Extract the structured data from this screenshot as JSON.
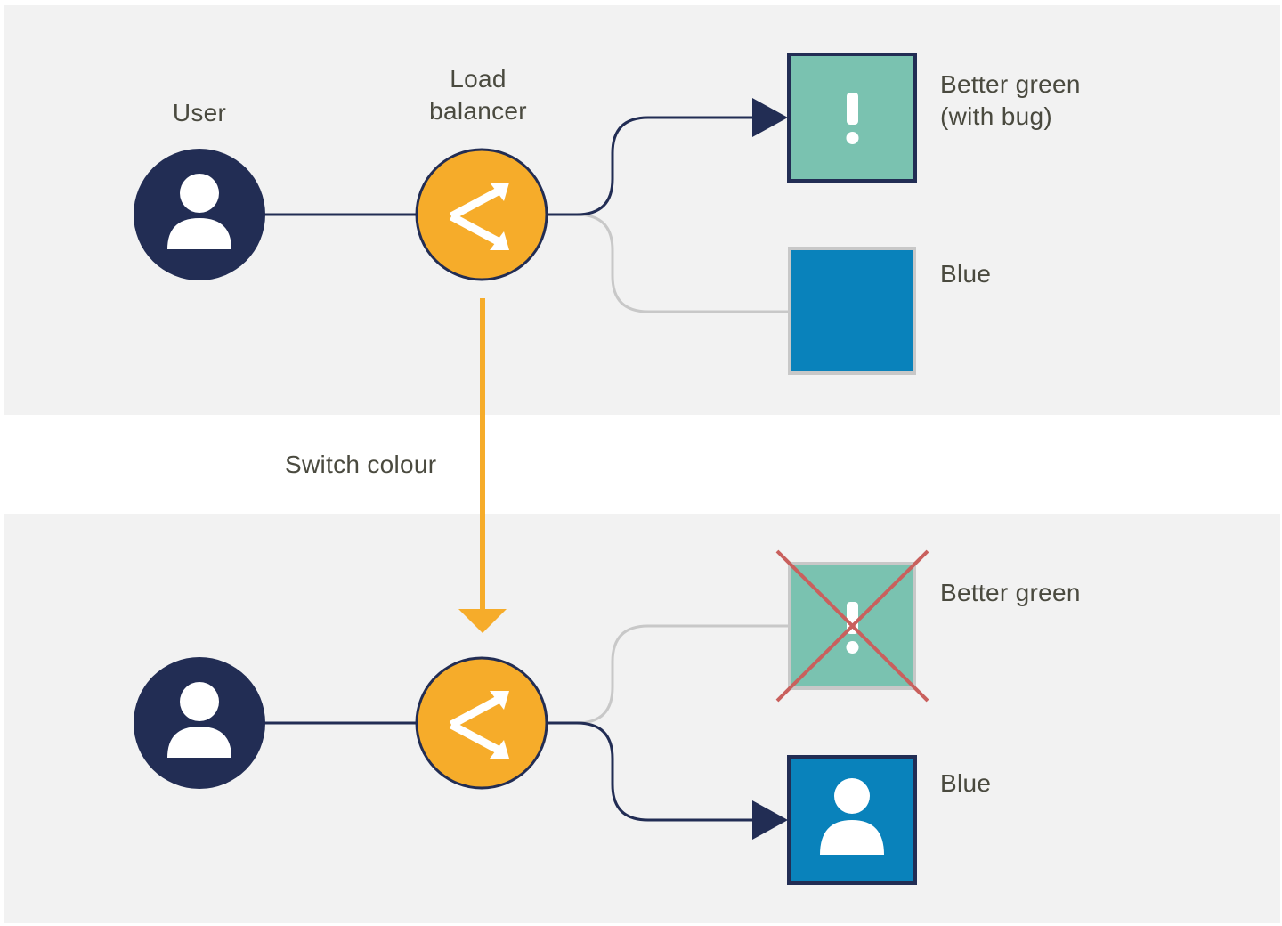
{
  "diagram": {
    "top": {
      "user_label": "User",
      "lb_label": "Load balancer",
      "green_label": "Better green (with bug)",
      "blue_label": "Blue"
    },
    "transition": {
      "label": "Switch colour"
    },
    "bottom": {
      "green_label": "Better green",
      "blue_label": "Blue"
    }
  },
  "colors": {
    "panel": "#f2f2f2",
    "navy": "#222d54",
    "orange": "#f6ac2a",
    "green": "#7ac2b0",
    "blue": "#0982bb",
    "inactive_line": "#c8c8c8",
    "cross": "#c9605d",
    "text": "#4a4a3f"
  },
  "icons": [
    "user-icon",
    "load-balancer-icon",
    "warning-icon",
    "cross-mark-icon",
    "arrow-icon"
  ]
}
